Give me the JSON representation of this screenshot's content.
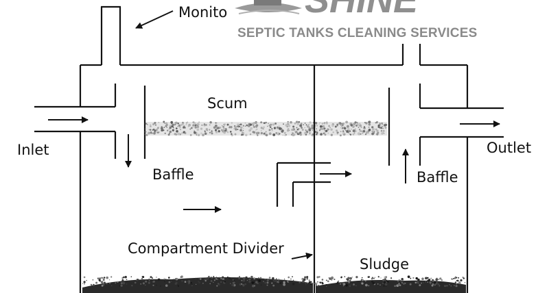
{
  "logo": {
    "brand": "SHINE",
    "tagline": "SEPTIC TANKS CLEANING SERVICES"
  },
  "labels": {
    "monitor": "Monito",
    "scum": "Scum",
    "inlet": "Inlet",
    "outlet": "Outlet",
    "baffle_left": "Baffle",
    "baffle_right": "Baffle",
    "compartment_divider": "Compartment Divider",
    "sludge": "Sludge"
  },
  "colors": {
    "line": "#111111",
    "logo_gray": "#8f8f8f",
    "scum_gray": "#9a9a9a",
    "sludge_dark": "#222222"
  }
}
